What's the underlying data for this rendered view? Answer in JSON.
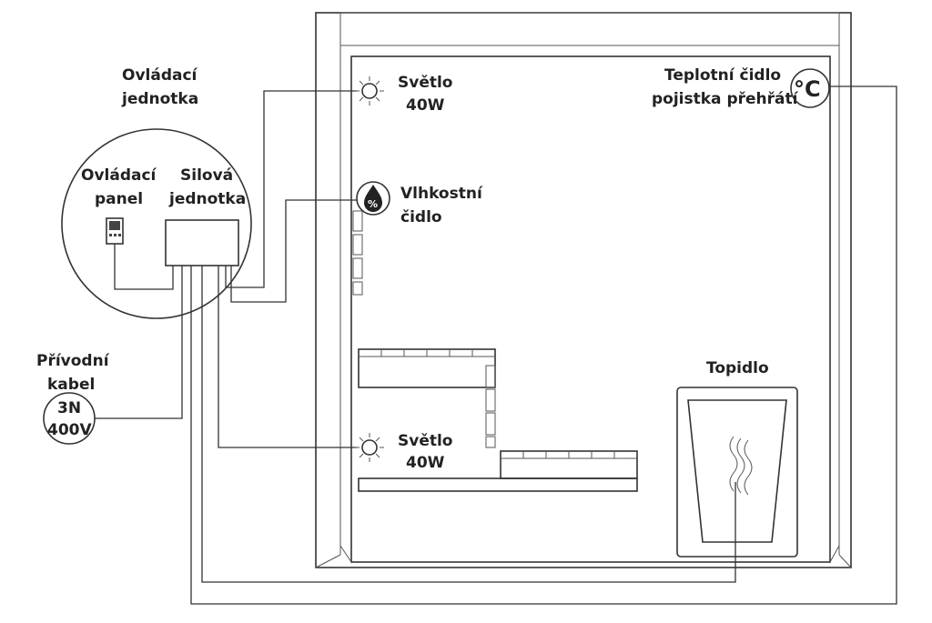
{
  "labels": {
    "control_unit_line1": "Ovládací",
    "control_unit_line2": "jednotka",
    "control_panel_line1": "Ovládací",
    "control_panel_line2": "panel",
    "power_unit_line1": "Silová",
    "power_unit_line2": "jednotka",
    "supply_cable_line1": "Přívodní",
    "supply_cable_line2": "kabel",
    "supply_voltage_line1": "3N",
    "supply_voltage_line2": "400V",
    "light_top_line1": "Světlo",
    "light_top_line2": "40W",
    "humidity_line1": "Vlhkostní",
    "humidity_line2": "čidlo",
    "humidity_symbol": "%",
    "temp_sensor_line1": "Teplotní čidlo",
    "temp_sensor_line2": "pojistka přehřátí",
    "temp_symbol": "°C",
    "heater": "Topidlo",
    "light_bottom_line1": "Světlo",
    "light_bottom_line2": "40W"
  }
}
